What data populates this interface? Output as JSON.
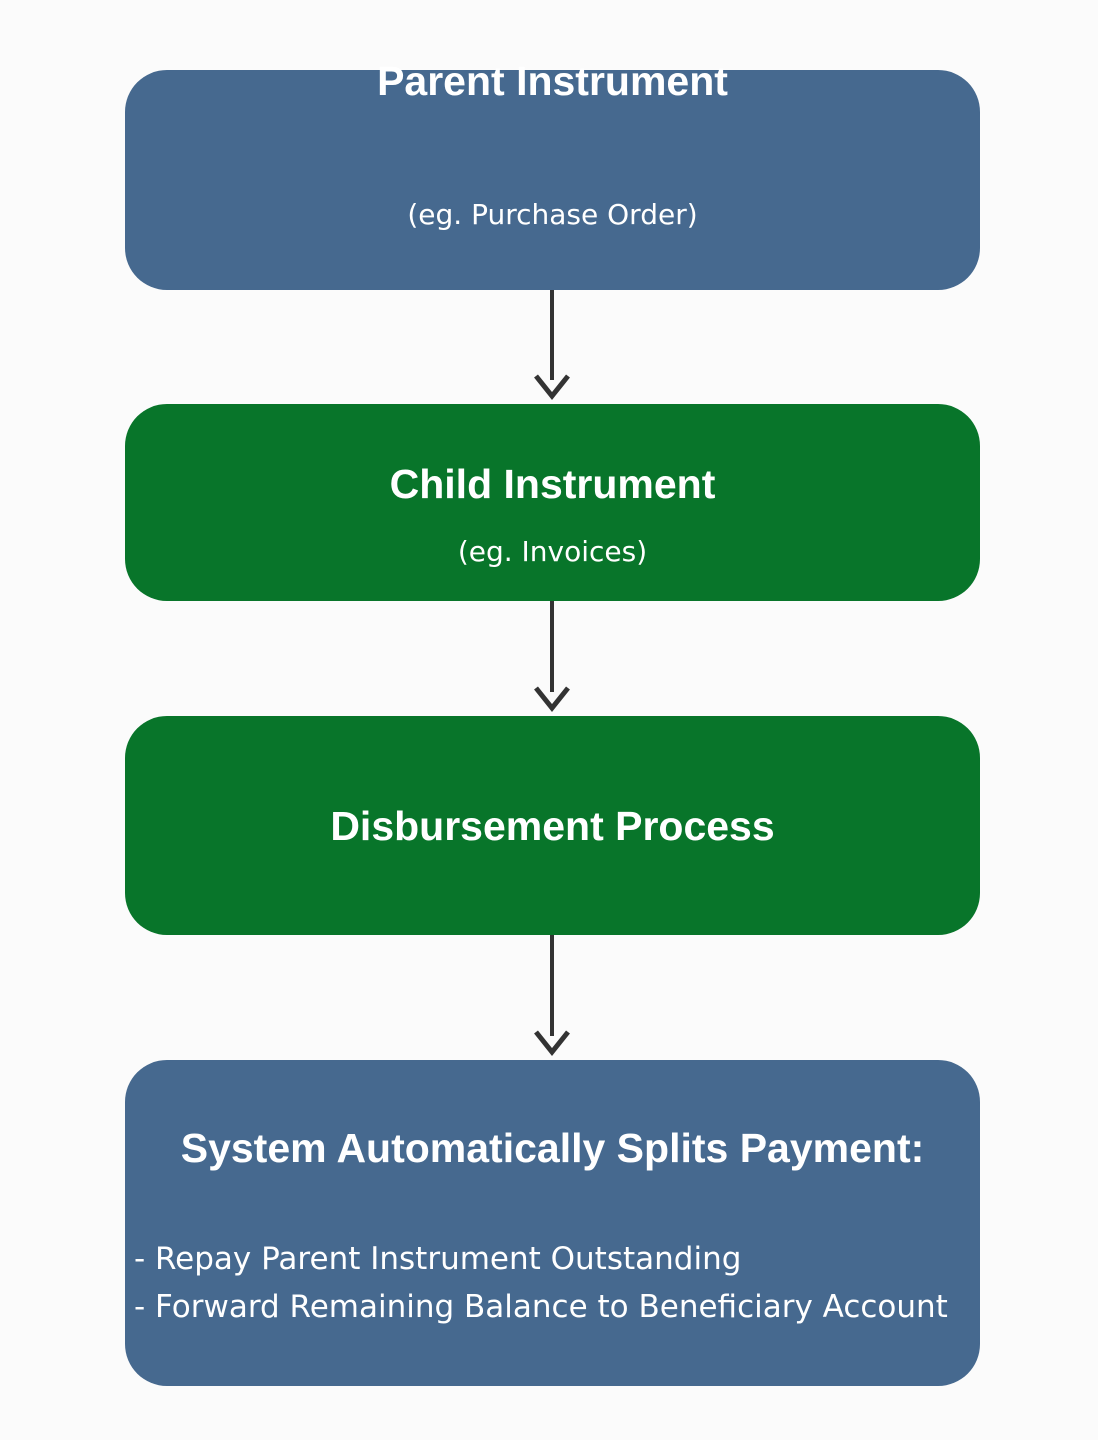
{
  "diagram": {
    "nodes": [
      {
        "id": "parent",
        "title": "Parent Instrument",
        "subtitle": "(eg. Purchase Order)",
        "color": "#46698f"
      },
      {
        "id": "child",
        "title": "Child Instrument",
        "subtitle": "(eg. Invoices)",
        "color": "#08752a"
      },
      {
        "id": "disbursement",
        "title": "Disbursement Process",
        "color": "#08752a"
      },
      {
        "id": "split",
        "title": "System Automatically Splits Payment:",
        "items": [
          "- Repay Parent Instrument Outstanding",
          "- Forward Remaining Balance to Beneficiary Account"
        ],
        "color": "#46698f"
      }
    ],
    "edges": [
      {
        "from": "parent",
        "to": "child"
      },
      {
        "from": "child",
        "to": "disbursement"
      },
      {
        "from": "disbursement",
        "to": "split"
      }
    ],
    "arrow_color": "#333333"
  }
}
